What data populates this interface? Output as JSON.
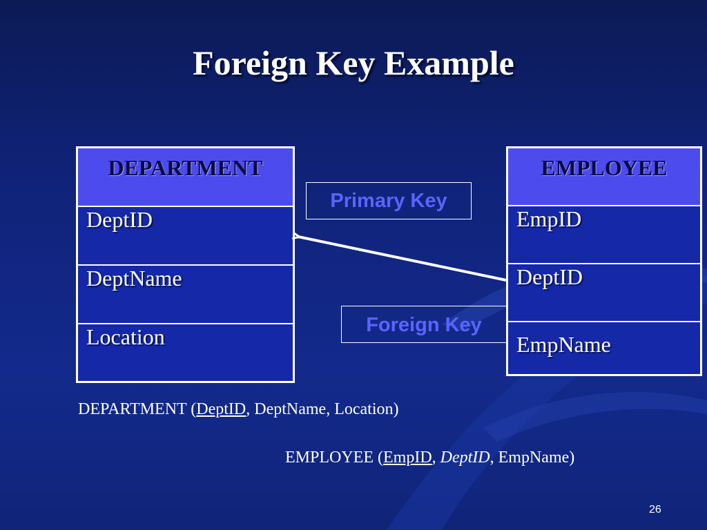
{
  "title": "Foreign Key Example",
  "department_table": {
    "header": "DEPARTMENT",
    "rows": [
      "DeptID",
      "DeptName",
      "Location"
    ]
  },
  "employee_table": {
    "header": "EMPLOYEE",
    "rows": [
      "EmpID",
      "DeptID",
      "EmpName"
    ]
  },
  "labels": {
    "primary_key": "Primary Key",
    "foreign_key": "Foreign Key"
  },
  "schema_department": {
    "name": "DEPARTMENT",
    "open": " (",
    "key": "DeptID",
    "rest": ", DeptName, Location)"
  },
  "schema_employee": {
    "name": "EMPLOYEE",
    "open": " (",
    "key": "EmpID",
    "sep": ", ",
    "foreign": "DeptID",
    "rest": ", EmpName)"
  },
  "page_number": "26",
  "colors": {
    "background": "#132a8c",
    "table_fill": "#1428a8",
    "header_fill": "#4c4cee",
    "label_text": "#5a64ff"
  }
}
